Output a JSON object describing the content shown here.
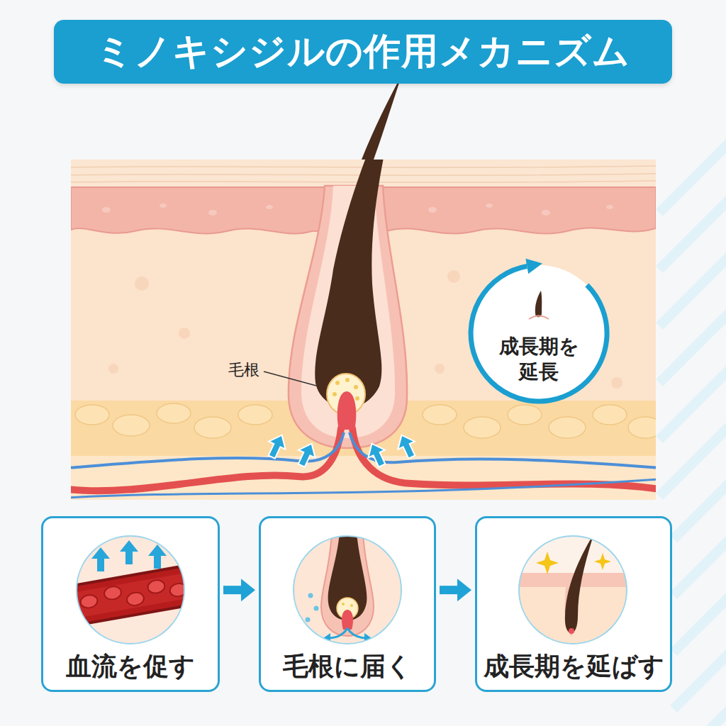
{
  "diagram": {
    "title": "ミノキシジルの作用メカニズム",
    "nodes": [
      {
        "text": [
          "成長期を 延長"
        ]
      },
      {
        "text": [
          "血流を促す"
        ]
      },
      {
        "text": [
          "毛根に届く"
        ]
      },
      {
        "text": [
          "成長期を延ばす"
        ]
      }
    ],
    "edges": [
      {
        "from": 1,
        "to": 2,
        "arrow": "to"
      },
      {
        "from": 2,
        "to": 3,
        "arrow": "to"
      }
    ],
    "labels": [
      "毛根"
    ]
  }
}
